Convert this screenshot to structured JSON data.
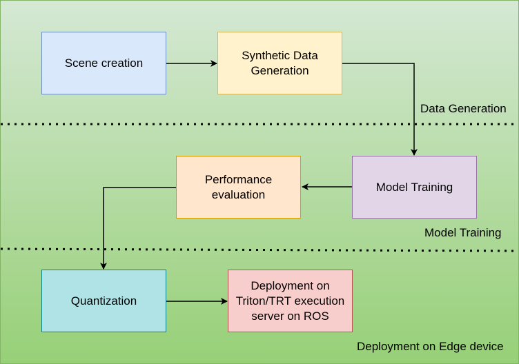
{
  "regions": [
    {
      "label": "Data Generation"
    },
    {
      "label": "Model Training"
    },
    {
      "label": "Deployment on Edge device"
    }
  ],
  "nodes": {
    "scene_creation": {
      "label": "Scene creation",
      "fill": "#dae8fc",
      "stroke": "#6c8ebf"
    },
    "synthetic_data": {
      "label": "Synthetic Data\nGeneration",
      "fill": "#fff2cc",
      "stroke": "#d6b656"
    },
    "model_training": {
      "label": "Model Training",
      "fill": "#e1d5e7",
      "stroke": "#9673a6"
    },
    "performance_eval": {
      "label": "Performance\nevaluation",
      "fill": "#ffe6cc",
      "stroke": "#d79b00"
    },
    "quantization": {
      "label": "Quantization",
      "fill": "#b0e3e6",
      "stroke": "#0e8088"
    },
    "deployment": {
      "label": "Deployment on\nTriton/TRT execution\nserver on ROS",
      "fill": "#f8cecc",
      "stroke": "#b85450"
    }
  },
  "edges": [
    {
      "from": "scene_creation",
      "to": "synthetic_data"
    },
    {
      "from": "synthetic_data",
      "to": "model_training"
    },
    {
      "from": "model_training",
      "to": "performance_eval"
    },
    {
      "from": "performance_eval",
      "to": "quantization"
    },
    {
      "from": "quantization",
      "to": "deployment"
    }
  ],
  "colors": {
    "background_top": "#d5e8d4",
    "background_bottom": "#97d077",
    "separator": "#000000",
    "arrow": "#000000"
  }
}
